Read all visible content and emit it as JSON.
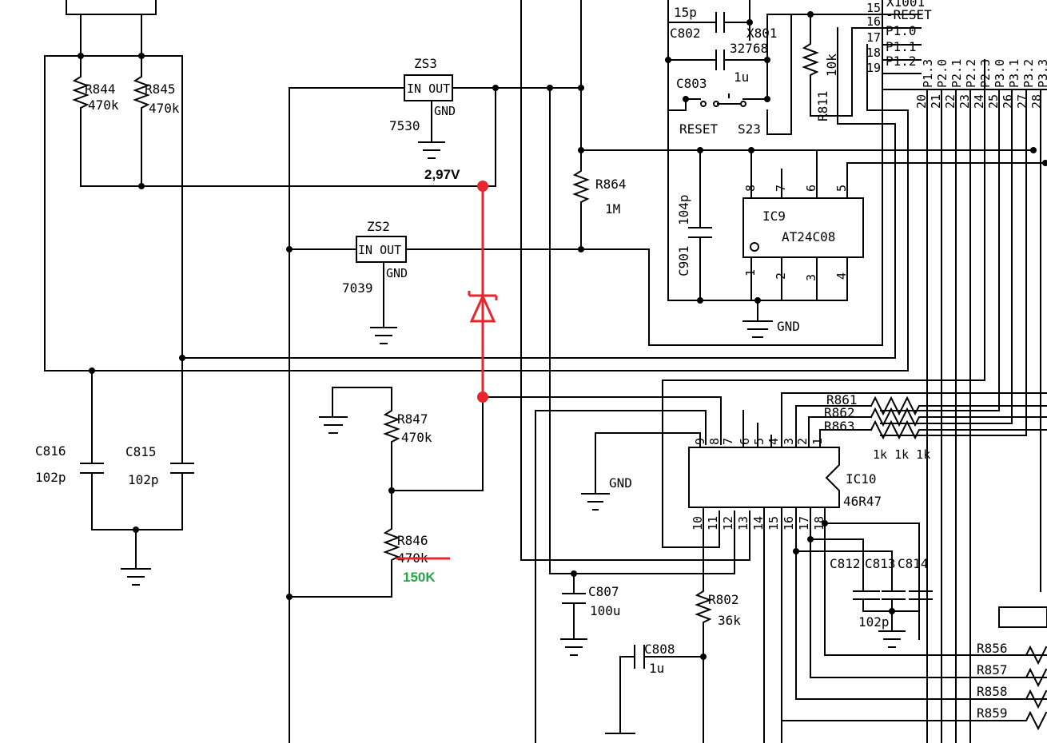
{
  "colors": {
    "wire": "#000000",
    "mod": "#e8262d",
    "new_value": "#22a845"
  },
  "labels": {
    "zs3": "ZS3",
    "zs3_io": "IN OUT",
    "zs3_gnd": "GND",
    "zs3_part": "7530",
    "zs2": "ZS2",
    "zs2_io": "IN OUT",
    "zs2_gnd": "GND",
    "zs2_part": "7039",
    "r844": "R844",
    "r844_val": "470k",
    "r845": "R845",
    "r845_val": "470k",
    "r847": "R847",
    "r847_val": "470k",
    "r846": "R846",
    "r846_val": "470k",
    "r846_new": "150K",
    "r864": "R864",
    "r864_val": "1M",
    "c816": "C816",
    "c816_val": "102p",
    "c815": "C815",
    "c815_val": "102p",
    "voltage": "2,97V",
    "c802": "C802",
    "c802_val": "15p",
    "x801": "X801",
    "x801_val": "32768",
    "c803": "C803",
    "c803_val": "1u",
    "reset": "RESET",
    "s23": "S23",
    "r811": "R811",
    "r811_val": "10k",
    "c901": "C901",
    "c901_val": "104p",
    "ic9": "IC9",
    "ic9_part": "AT24C08",
    "ic9_pins": [
      "8",
      "7",
      "6",
      "5",
      "1",
      "2",
      "3",
      "4"
    ],
    "gnd": "GND",
    "x_top": "X1001",
    "mcu_pins": [
      "15",
      "16",
      "17",
      "18",
      "19"
    ],
    "mcu_names": [
      "-RESET",
      "P1.0",
      "P1.1",
      "P1.2"
    ],
    "bottom_nums": [
      "20",
      "21",
      "22",
      "23",
      "24",
      "25",
      "26",
      "27",
      "28"
    ],
    "port_names": [
      "P1.3",
      "P2.0",
      "P2.1",
      "P2.2",
      "P2.3",
      "P3.0",
      "P3.1",
      "P3.2",
      "P3.3"
    ],
    "r861": "R861",
    "r862": "R862",
    "r863": "R863",
    "r86x_vals": "1k 1k 1k",
    "ic10": "IC10",
    "ic10_part": "46R47",
    "ic10_top_pins": [
      "9",
      "8",
      "7",
      "6",
      "5",
      "4",
      "3",
      "2",
      "1"
    ],
    "ic10_bot_pins": [
      "10",
      "11",
      "12",
      "13",
      "14",
      "15",
      "16",
      "17",
      "18"
    ],
    "c807": "C807",
    "c807_val": "100u",
    "c808": "C808",
    "c808_val": "1u",
    "r802": "R802",
    "r802_val": "36k",
    "c812": "C812",
    "c813": "C813",
    "c814": "C814",
    "c81x_val": "102p",
    "r856": "R856",
    "r857": "R857",
    "r858": "R858",
    "r859": "R859"
  }
}
